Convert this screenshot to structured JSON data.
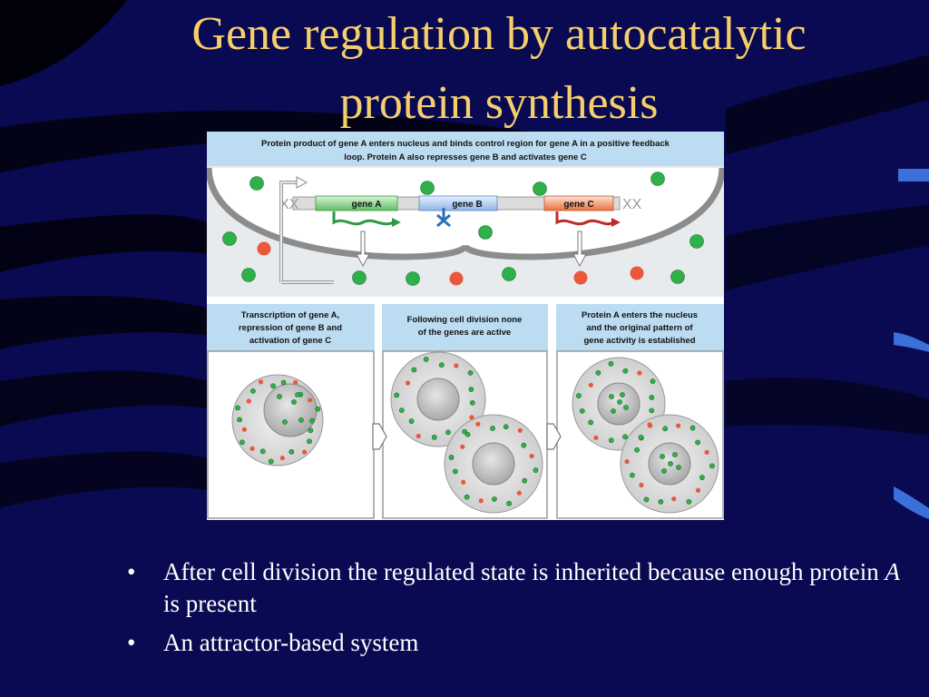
{
  "slide": {
    "title_line1": "Gene regulation by autocatalytic",
    "title_line2": "protein synthesis"
  },
  "figure": {
    "top_caption_line1": "Protein product of gene A enters nucleus and binds control region for gene A in a positive feedback",
    "top_caption_line2": "loop. Protein A also represses gene B and activates gene C",
    "gene_a": "gene A",
    "gene_b": "gene B",
    "gene_c": "gene C",
    "panel1_line1": "Transcription of gene A,",
    "panel1_line2": "repression of gene B and",
    "panel1_line3": "activation of gene C",
    "panel2_line1": "Following cell division none",
    "panel2_line2": "of the genes are active",
    "panel3_line1": "Protein A enters the nucleus",
    "panel3_line2": "and the original pattern of",
    "panel3_line3": "gene activity is established"
  },
  "bullets": [
    {
      "before": "After cell division the regulated state is inherited because enough protein ",
      "italic": "A",
      "after": " is present"
    },
    {
      "before": "An attractor-based system",
      "italic": "",
      "after": ""
    }
  ],
  "colors": {
    "background": "#0a0a52",
    "title": "#f6cf6b",
    "caption_band": "#bcdcf2",
    "green_protein": "#2fb04a",
    "red_protein": "#e8583a"
  }
}
